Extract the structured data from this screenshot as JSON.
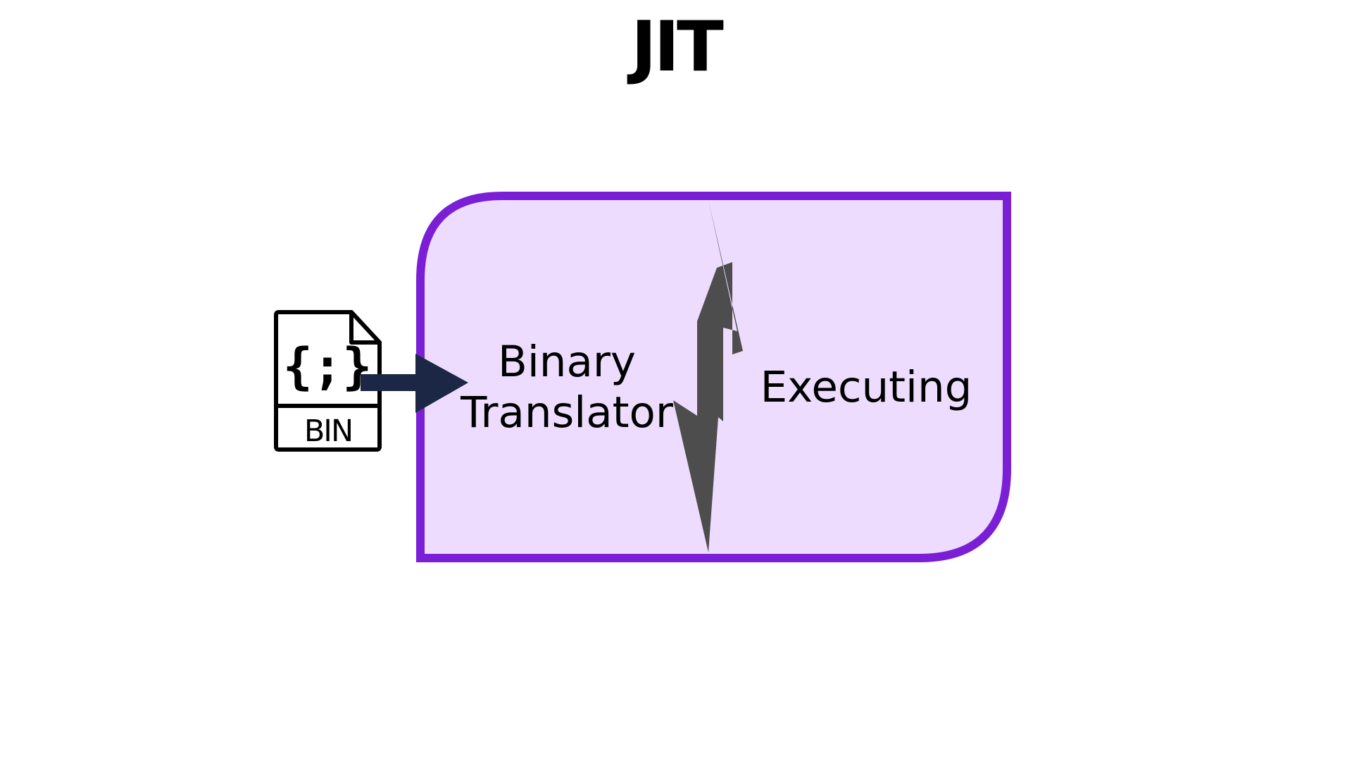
{
  "diagram": {
    "title": "JIT",
    "file_icon_label": "BIN",
    "file_icon_symbol": "{;}",
    "left_stage_line1": "Binary",
    "left_stage_line2": "Translator",
    "right_stage": "Executing"
  },
  "colors": {
    "box_fill": "#eddcfd",
    "box_stroke": "#7b1fd6",
    "arrow": "#1b2745",
    "bolt": "#4d4d4d",
    "text": "#000000"
  },
  "icons": {
    "file": "binary-file-icon",
    "arrow": "arrow-right-icon",
    "divider": "lightning-bolt-icon"
  }
}
